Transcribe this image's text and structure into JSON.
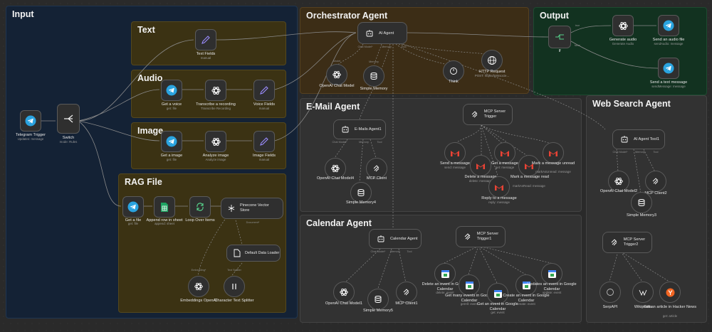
{
  "groups": {
    "input": "Input",
    "text": "Text",
    "audio": "Audio",
    "image": "Image",
    "rag": "RAG File",
    "orchestrator": "Orchestrator Agent",
    "output": "Output",
    "email": "E-Mail Agent",
    "calendar": "Calendar Agent",
    "websearch": "Web Search Agent"
  },
  "nodes": {
    "telegram_trigger": {
      "label": "Telegram Trigger",
      "sub": "Updates: message",
      "icon": "telegram-icon"
    },
    "switch": {
      "label": "Switch",
      "sub": "mode: Rules",
      "icon": "switch-icon"
    },
    "text_fields": {
      "label": "Text Fields",
      "sub": "manual",
      "icon": "pencil-icon"
    },
    "get_voice": {
      "label": "Get a voice",
      "sub": "get: file",
      "icon": "telegram-icon"
    },
    "transcribe": {
      "label": "Transcribe a recording",
      "sub": "Transcribe Recording",
      "icon": "openai-icon"
    },
    "voice_fields": {
      "label": "Voice Fields",
      "sub": "manual",
      "icon": "pencil-icon"
    },
    "get_image": {
      "label": "Get a image",
      "sub": "get: file",
      "icon": "telegram-icon"
    },
    "analyze_image": {
      "label": "Analyze image",
      "sub": "Analyze image",
      "icon": "openai-icon"
    },
    "image_fields": {
      "label": "Image Fields",
      "sub": "manual",
      "icon": "pencil-icon"
    },
    "get_file": {
      "label": "Get a file",
      "sub": "get: file",
      "icon": "telegram-icon"
    },
    "append_row": {
      "label": "Append row in sheet",
      "sub": "append: sheet",
      "icon": "sheets-icon"
    },
    "loop_items": {
      "label": "Loop Over Items",
      "sub": "",
      "icon": "loop-icon"
    },
    "pinecone": {
      "label": "Pinecone Vector Store",
      "sub": "",
      "icon": "pinecone-icon"
    },
    "data_loader": {
      "label": "Default Data Loader",
      "sub": "",
      "icon": "document-icon"
    },
    "embeddings": {
      "label": "Embeddings OpenAI",
      "sub": "",
      "icon": "openai-icon"
    },
    "splitter": {
      "label": "Character Text Splitter",
      "sub": "",
      "icon": "splitter-icon"
    },
    "ai_agent": {
      "label": "AI Agent",
      "sub": "",
      "icon": "robot-icon"
    },
    "orch_model": {
      "label": "OpenAI Chat Model",
      "sub": "",
      "icon": "openai-icon"
    },
    "orch_memory": {
      "label": "Simple Memory",
      "sub": "",
      "icon": "database-icon"
    },
    "think": {
      "label": "Think",
      "sub": "",
      "icon": "clock-icon"
    },
    "http": {
      "label": "HTTP Request",
      "sub": "POST: https://n8nsocie...",
      "icon": "globe-icon"
    },
    "if": {
      "label": "If",
      "sub": "",
      "icon": "if-icon"
    },
    "gen_audio": {
      "label": "Generate audio",
      "sub": "Generate Audio",
      "icon": "openai-icon"
    },
    "send_audio": {
      "label": "Send an audio file",
      "sub": "sendAudio: message",
      "icon": "telegram-icon"
    },
    "send_text": {
      "label": "Send a text message",
      "sub": "sendMessage: message",
      "icon": "telegram-icon"
    },
    "email_agent": {
      "label": "E-Mails Agent1",
      "sub": "",
      "icon": "robot-icon"
    },
    "email_model": {
      "label": "OpenAI Chat Model4",
      "sub": "",
      "icon": "openai-icon"
    },
    "email_mcp_client": {
      "label": "MCP Client",
      "sub": "",
      "icon": "mcp-icon"
    },
    "email_memory": {
      "label": "Simple Memory4",
      "sub": "",
      "icon": "database-icon"
    },
    "mcp_trigger": {
      "label": "MCP Server Trigger",
      "sub": "",
      "icon": "mcp-icon"
    },
    "send_message": {
      "label": "Send a message",
      "sub": "send: message",
      "icon": "gmail-icon"
    },
    "delete_message": {
      "label": "Delete a message",
      "sub": "delete: message",
      "icon": "gmail-icon"
    },
    "get_message": {
      "label": "Get a message",
      "sub": "get: message",
      "icon": "gmail-icon"
    },
    "mark_read": {
      "label": "Mark a message read",
      "sub": "markAsRead: message",
      "icon": "gmail-icon"
    },
    "mark_unread": {
      "label": "Mark a message unread",
      "sub": "markAsUnread: message",
      "icon": "gmail-icon"
    },
    "reply_message": {
      "label": "Reply to a message",
      "sub": "reply: message",
      "icon": "gmail-icon"
    },
    "cal_agent": {
      "label": "Calendar Agent",
      "sub": "",
      "icon": "robot-icon"
    },
    "cal_model": {
      "label": "OpenAI Chat Model1",
      "sub": "",
      "icon": "openai-icon"
    },
    "cal_memory": {
      "label": "Simple Memory5",
      "sub": "",
      "icon": "database-icon"
    },
    "cal_mcp_client": {
      "label": "MCP Client1",
      "sub": "",
      "icon": "mcp-icon"
    },
    "mcp_trigger1": {
      "label": "MCP Server Trigger1",
      "sub": "",
      "icon": "mcp-icon"
    },
    "delete_event": {
      "label": "Delete an event in Google Calendar",
      "sub": "delete: event",
      "icon": "calendar-icon"
    },
    "get_many_events": {
      "label": "Get many events in Google Calendar",
      "sub": "getAll: event",
      "icon": "calendar-icon"
    },
    "get_event": {
      "label": "Get an event in Google Calendar",
      "sub": "get: event",
      "icon": "calendar-icon"
    },
    "create_event": {
      "label": "Create an event in Google Calendar",
      "sub": "create: event",
      "icon": "calendar-icon"
    },
    "update_event": {
      "label": "Updates an event in Google Calendar",
      "sub": "update: event",
      "icon": "calendar-icon"
    },
    "ws_agent": {
      "label": "AI Agent Tool1",
      "sub": "",
      "icon": "robot-icon"
    },
    "ws_model": {
      "label": "OpenAI Chat Model2",
      "sub": "",
      "icon": "openai-icon"
    },
    "ws_mcp_client": {
      "label": "MCP Client2",
      "sub": "",
      "icon": "mcp-icon"
    },
    "ws_memory": {
      "label": "Simple Memory3",
      "sub": "",
      "icon": "database-icon"
    },
    "mcp_trigger2": {
      "label": "MCP Server Trigger2",
      "sub": "",
      "icon": "mcp-icon"
    },
    "serpapi": {
      "label": "SerpAPI",
      "sub": "",
      "icon": "serpapi-icon"
    },
    "wikipedia": {
      "label": "Wikipedia",
      "sub": "",
      "icon": "wikipedia-icon"
    },
    "hackernews": {
      "label": "Get an article in Hacker News",
      "sub": "get: article",
      "icon": "hackernews-icon"
    }
  },
  "ports": {
    "chat_model": "Chat Model*",
    "memory": "Memory",
    "tool": "Tool",
    "model": "Model",
    "embedding": "Embedding*",
    "document": "Document*",
    "text_splitter": "Text Splitter",
    "true": "true",
    "false": "false"
  },
  "colors": {
    "telegram": "#2aa3df",
    "openai": "#ffffff",
    "gmail_red": "#ea4335",
    "sheets": "#1ea362",
    "calendar": "#4285f4",
    "hackernews": "#f26522",
    "pencil": "#9b8cff"
  }
}
